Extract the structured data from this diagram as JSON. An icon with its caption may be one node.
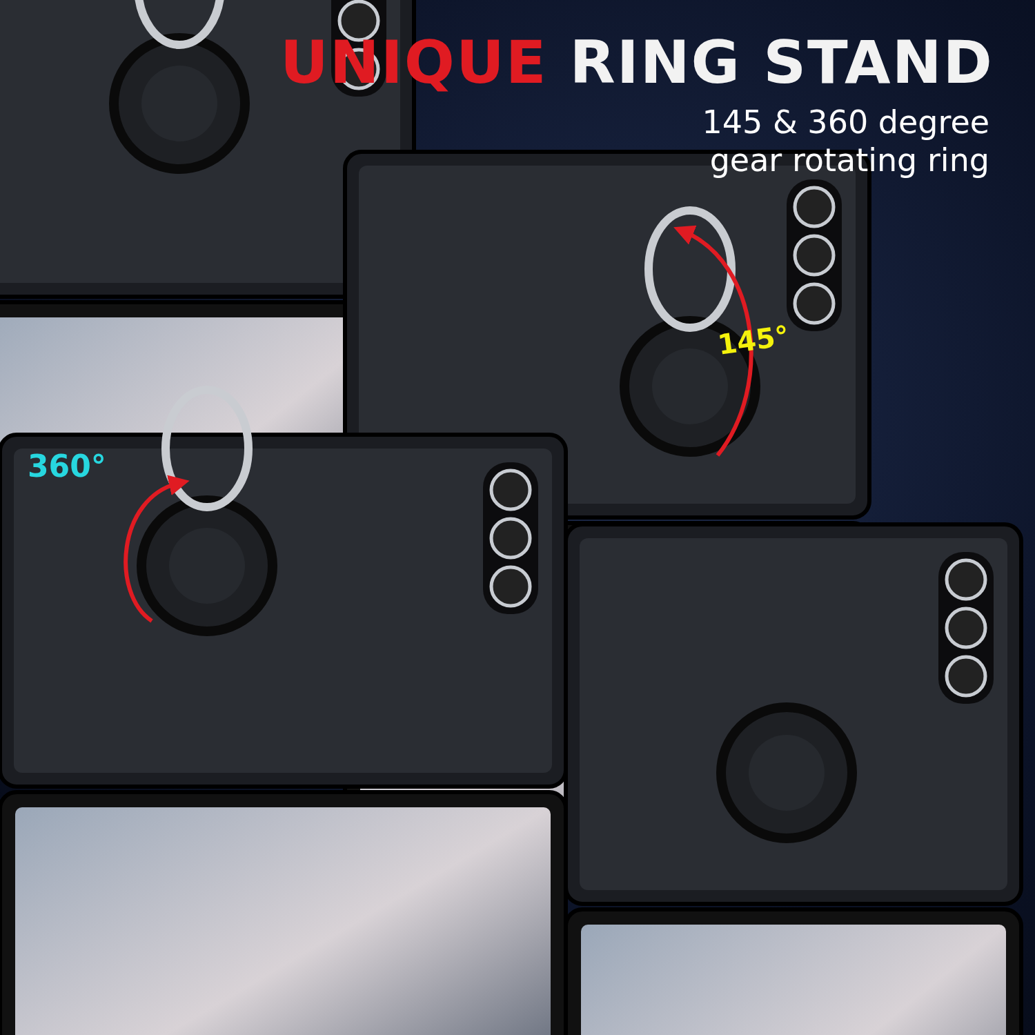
{
  "diagram": {
    "title": "UNIQUE RING STAND",
    "labels": [
      "145 & 360 degree gear rotating ring",
      "145°",
      "360°"
    ]
  }
}
